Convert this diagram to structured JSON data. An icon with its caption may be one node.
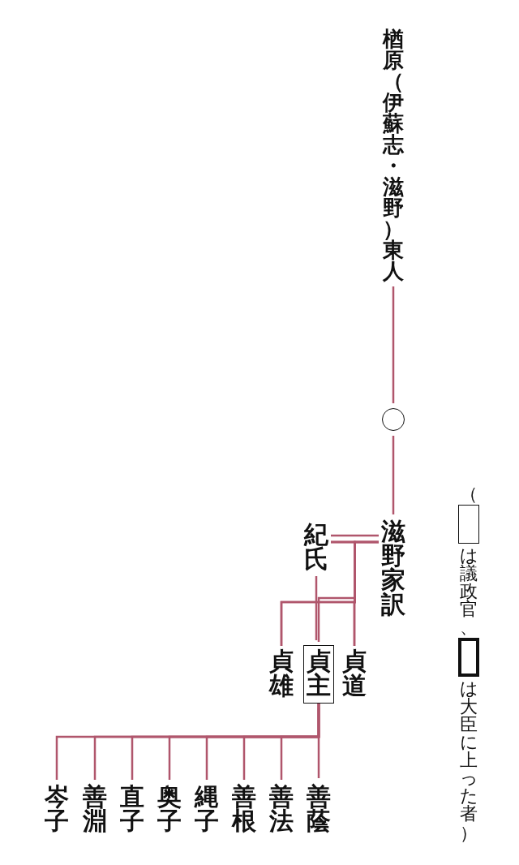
{
  "diagram": {
    "nodes": [
      {
        "text": [
          "楢原（伊蘇志・滋野）東人"
        ]
      },
      {
        "text": [],
        "shape": "circle"
      },
      {
        "text": [
          "滋野家訳"
        ]
      },
      {
        "text": [
          "紀氏"
        ]
      },
      {
        "text": [
          "貞雄"
        ]
      },
      {
        "text": [
          "貞主"
        ]
      },
      {
        "text": [
          "貞道"
        ]
      },
      {
        "text": [
          "善蔭"
        ]
      },
      {
        "text": [
          "善法"
        ]
      },
      {
        "text": [
          "善根"
        ]
      },
      {
        "text": [
          "縄子"
        ]
      },
      {
        "text": [
          "奥子"
        ]
      },
      {
        "text": [
          "直子"
        ]
      },
      {
        "text": [
          "善淵"
        ]
      },
      {
        "text": [
          "岑子"
        ]
      }
    ],
    "edges": [
      {
        "from": 0,
        "to": 1,
        "arrow": "none"
      },
      {
        "from": 1,
        "to": 2,
        "arrow": "none"
      },
      {
        "from": 2,
        "to": 3,
        "arrow": "none"
      },
      {
        "from": 2,
        "to": 4,
        "arrow": "none"
      },
      {
        "from": 2,
        "to": 5,
        "arrow": "none"
      },
      {
        "from": 2,
        "to": 6,
        "arrow": "none"
      },
      {
        "from": 3,
        "to": 4,
        "arrow": "none"
      },
      {
        "from": 3,
        "to": 5,
        "arrow": "none"
      },
      {
        "from": 3,
        "to": 6,
        "arrow": "none"
      },
      {
        "from": 5,
        "to": 7,
        "arrow": "none"
      },
      {
        "from": 5,
        "to": 8,
        "arrow": "none"
      },
      {
        "from": 5,
        "to": 9,
        "arrow": "none"
      },
      {
        "from": 5,
        "to": 10,
        "arrow": "none"
      },
      {
        "from": 5,
        "to": 11,
        "arrow": "none"
      },
      {
        "from": 5,
        "to": 12,
        "arrow": "none"
      },
      {
        "from": 5,
        "to": 13,
        "arrow": "none"
      },
      {
        "from": 5,
        "to": 14,
        "arrow": "none"
      }
    ],
    "labels": [
      "（",
      "）"
    ],
    "legend": [
      {
        "text": "は議政官、"
      },
      {
        "text": "は大臣に上った者"
      }
    ]
  }
}
